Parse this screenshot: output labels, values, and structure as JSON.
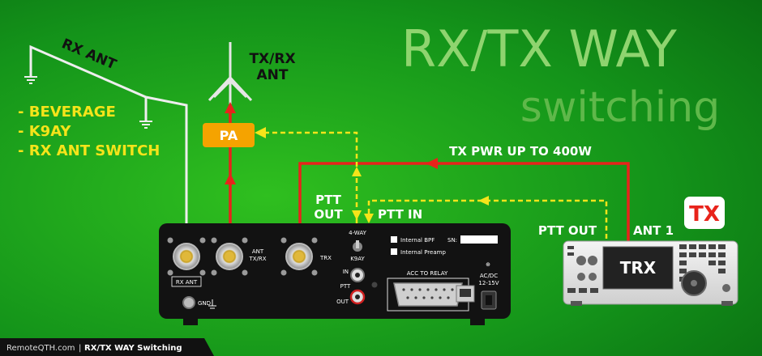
{
  "title": {
    "line1": "RX/TX WAY",
    "line2": "switching"
  },
  "antennas": {
    "rx_ant": "RX ANT",
    "tx_rx_ant_line1": "TX/RX",
    "tx_rx_ant_line2": "ANT"
  },
  "rx_ant_types": [
    "- BEVERAGE",
    "- K9AY",
    "- RX ANT SWITCH"
  ],
  "pa_label": "PA",
  "tx_power_label": "TX PWR UP TO 400W",
  "ptt": {
    "out_line1": "PTT",
    "out_line2": "OUT",
    "in_label": "PTT IN",
    "radio_out": "PTT OUT"
  },
  "radio": {
    "ant_label": "ANT 1",
    "trx_label": "TRX",
    "tx_badge": "TX"
  },
  "box": {
    "rx_ant": "RX ANT",
    "ant_txrx_line1": "ANT",
    "ant_txrx_line2": "TX/RX",
    "trx": "TRX",
    "four_way": "4-WAY",
    "k9ay": "K9AY",
    "internal_bpf": "Internal BPF",
    "internal_preamp": "Internal Preamp",
    "sn": "SN:",
    "in": "IN",
    "ptt": "PTT",
    "out": "OUT",
    "acc": "ACC TO RELAY",
    "acdc": "AC/DC",
    "volt": "12-15V",
    "gnd": "GND"
  },
  "footer": {
    "site": "RemoteQTH.com",
    "sep": "|",
    "title": "RX/TX WAY Switching"
  },
  "colors": {
    "signal": "#e8231b",
    "ptt": "#f5e41a",
    "rx_label": "#f5e41a",
    "title": "#7ecf5c",
    "pa": "#f5a300",
    "tx_badge": "#e8231b"
  }
}
